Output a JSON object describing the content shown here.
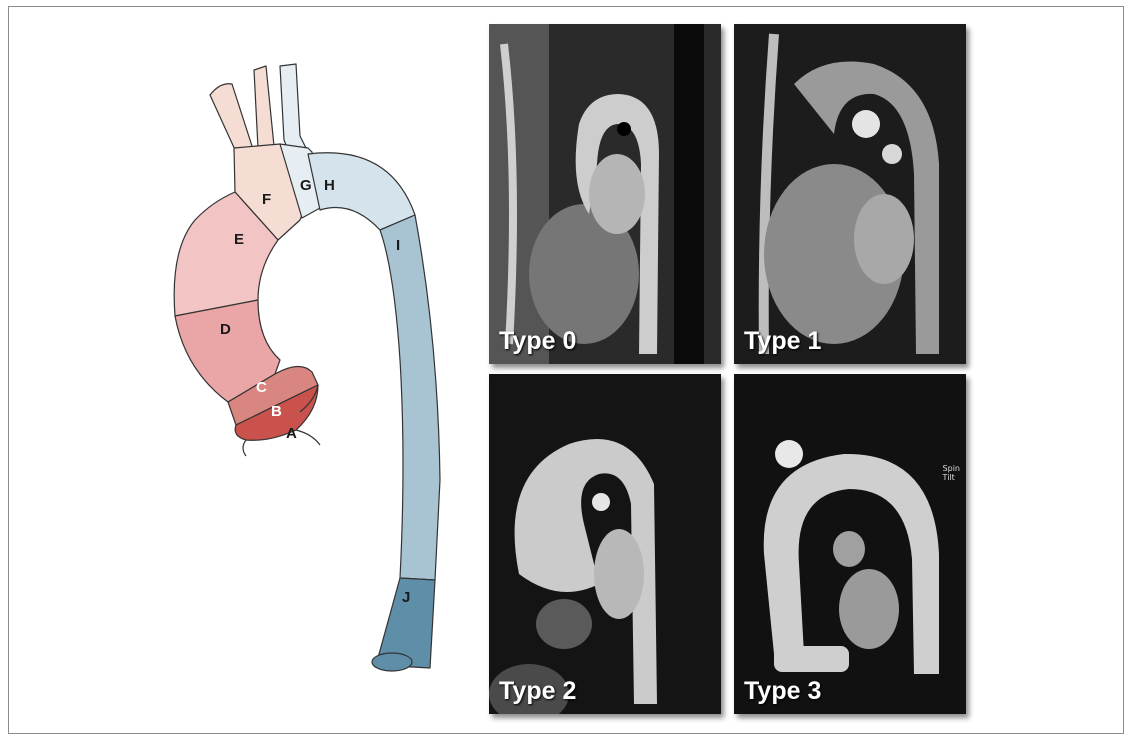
{
  "diagram": {
    "segments": [
      {
        "id": "A",
        "label": "A",
        "color": "#ffffff"
      },
      {
        "id": "B",
        "label": "B",
        "color": "#c9534c"
      },
      {
        "id": "C",
        "label": "C",
        "color": "#d98580"
      },
      {
        "id": "D",
        "label": "D",
        "color": "#eaa6a6"
      },
      {
        "id": "E",
        "label": "E",
        "color": "#f2c4c3"
      },
      {
        "id": "F",
        "label": "F",
        "color": "#f5ddd3"
      },
      {
        "id": "G",
        "label": "G",
        "color": "#e6eef3"
      },
      {
        "id": "H",
        "label": "H",
        "color": "#d5e4ec"
      },
      {
        "id": "I",
        "label": "I",
        "color": "#a8c4d3"
      },
      {
        "id": "J",
        "label": "J",
        "color": "#5e8ea8"
      }
    ]
  },
  "panels": [
    {
      "label": "Type 0"
    },
    {
      "label": "Type 1"
    },
    {
      "label": "Type 2"
    },
    {
      "label": "Type 3",
      "side_text": [
        "Spin",
        "Tilt"
      ]
    }
  ]
}
